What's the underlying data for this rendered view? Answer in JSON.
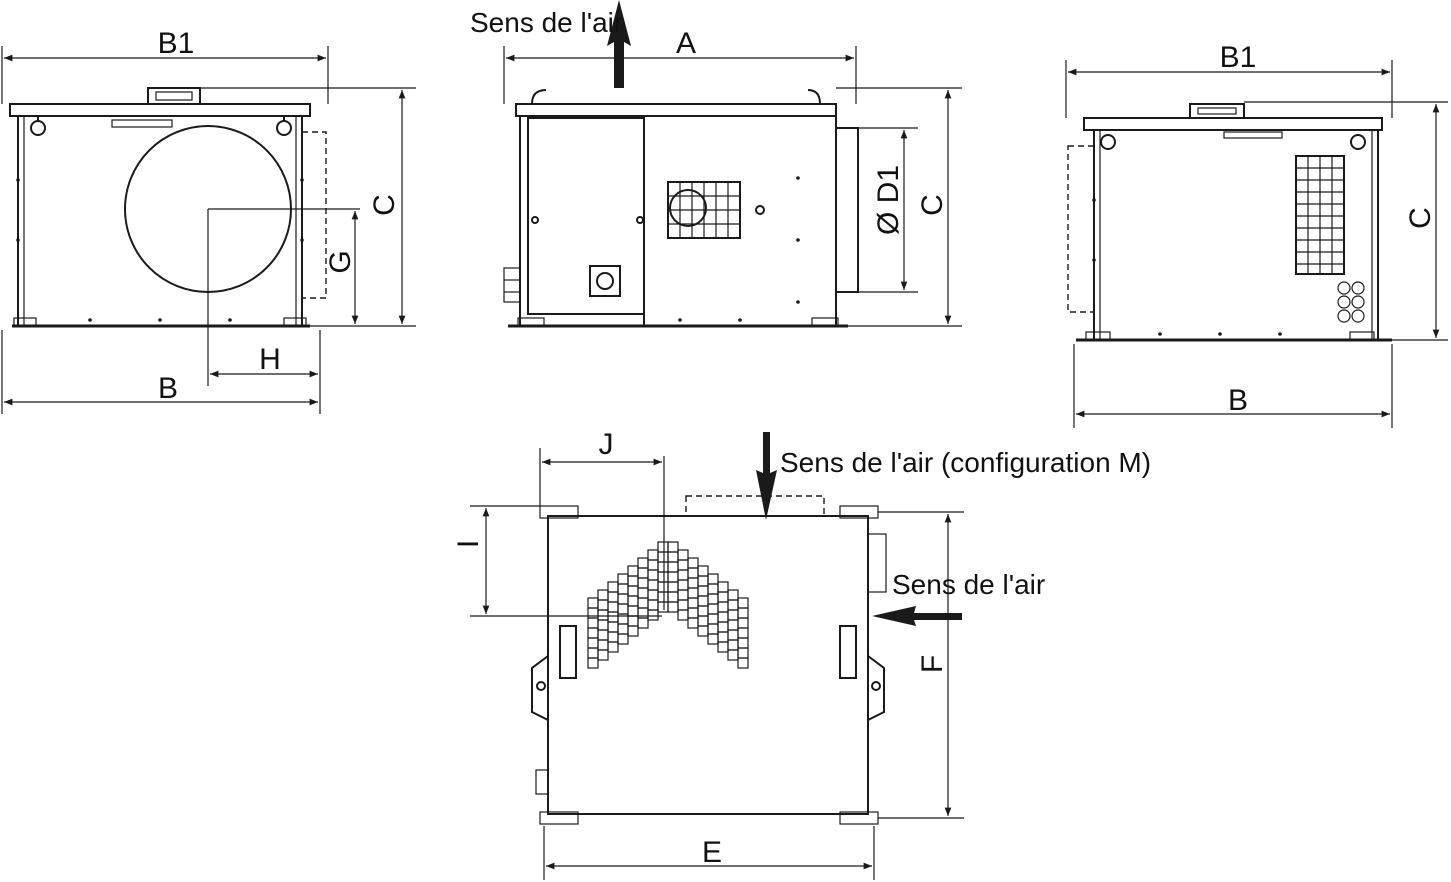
{
  "labels": {
    "front_b1": "B1",
    "front_c": "C",
    "front_g": "G",
    "front_h": "H",
    "front_b": "B",
    "side_a": "A",
    "side_d1": "Ø D1",
    "side_c": "C",
    "rear_b1": "B1",
    "rear_c": "C",
    "rear_b": "B",
    "top_j": "J",
    "top_i": "I",
    "top_f": "F",
    "top_e": "E"
  },
  "airflow": {
    "side_view": "Sens de l'air",
    "top_config_m": "Sens de l'air (configuration M)",
    "top_side": "Sens de l'air"
  },
  "colors": {
    "line": "#1a1a1a",
    "background": "#ffffff"
  }
}
